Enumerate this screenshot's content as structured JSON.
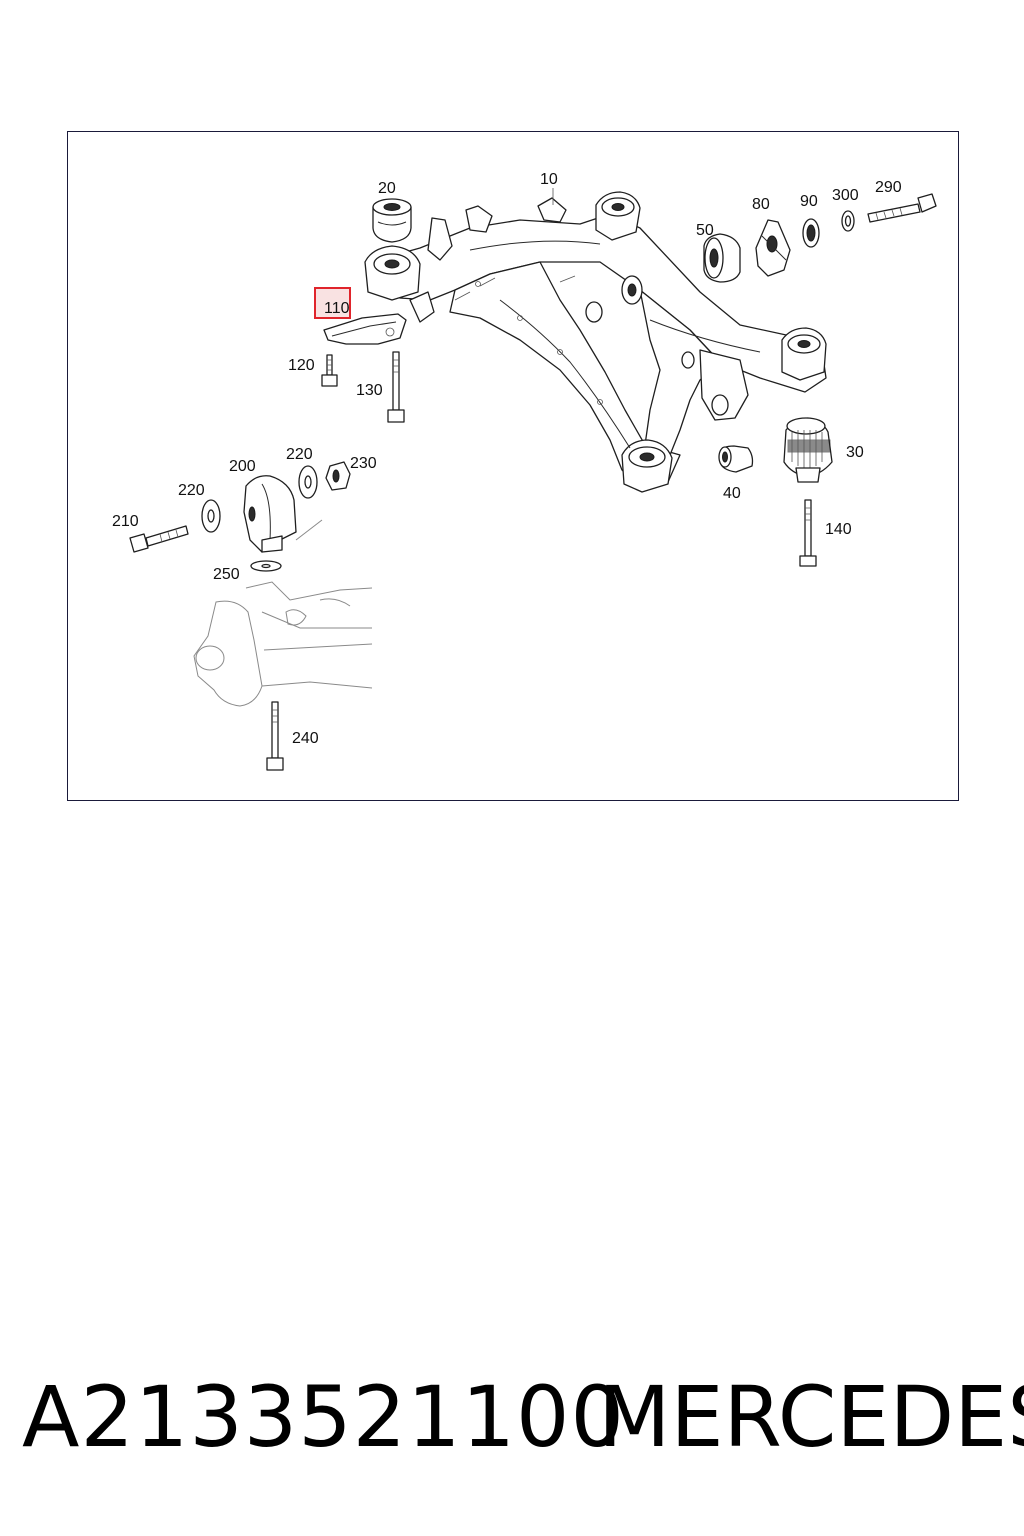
{
  "diagram": {
    "callouts": {
      "c10": "10",
      "c20": "20",
      "c30": "30",
      "c40": "40",
      "c50": "50",
      "c80": "80",
      "c90": "90",
      "c110": "110",
      "c120": "120",
      "c130": "130",
      "c140": "140",
      "c200": "200",
      "c210": "210",
      "c220a": "220",
      "c220b": "220",
      "c230": "230",
      "c240": "240",
      "c250": "250",
      "c290": "290",
      "c300": "300"
    },
    "highlight_color": "#e0242b",
    "highlighted_callout": "110"
  },
  "footer": {
    "part_number": "A2133521100",
    "brand": "MERCEDES"
  }
}
